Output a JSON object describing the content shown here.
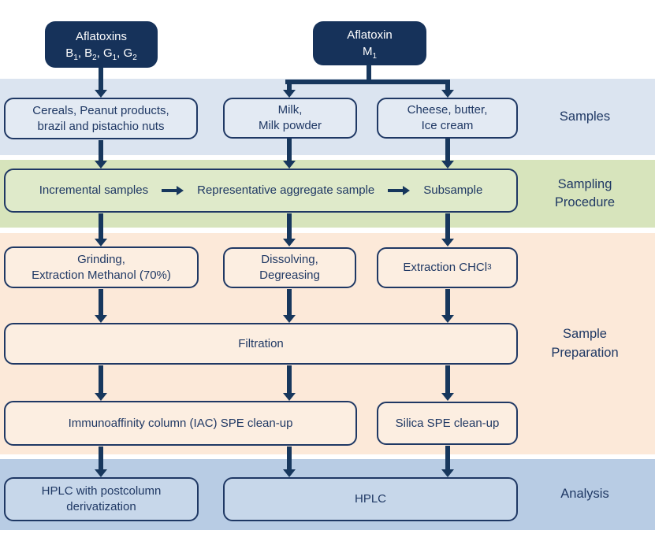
{
  "nodes": {
    "aflatoxins_bg": {
      "line1": "Aflatoxins",
      "line2": "B_1_, B_2_, G_1_, G_2_"
    },
    "aflatoxin_m": {
      "line1": "Aflatoxin",
      "line2": "M_1_"
    }
  },
  "bands": {
    "samples": {
      "label": "Samples",
      "color": "#dbe4f0"
    },
    "sampling": {
      "label": "Sampling\nProcedure",
      "color": "#d7e4bc"
    },
    "preparation": {
      "label": "Sample\nPreparation",
      "color": "#fce9d9"
    },
    "analysis": {
      "label": "Analysis",
      "color": "#b8cce4"
    }
  },
  "boxes": {
    "cereals": "Cereals, Peanut products,\nbrazil and pistachio nuts",
    "milk": "Milk,\nMilk powder",
    "cheese": "Cheese, butter,\nIce cream",
    "sampling_steps": [
      "Incremental samples",
      "Representative aggregate sample",
      "Subsample"
    ],
    "grinding": "Grinding,\nExtraction Methanol (70%)",
    "dissolving": "Dissolving,\nDegreasing",
    "extraction": "Extraction CHCl_3_",
    "filtration": "Filtration",
    "iac": "Immunoaffinity column (IAC) SPE clean-up",
    "silica": "Silica SPE clean-up",
    "hplc_post": "HPLC with postcolumn\nderivatization",
    "hplc": "HPLC"
  },
  "colors": {
    "node_fill": "#16325a",
    "arrow": "#17375d",
    "border": "#1f3864",
    "text": "#1f3864"
  }
}
